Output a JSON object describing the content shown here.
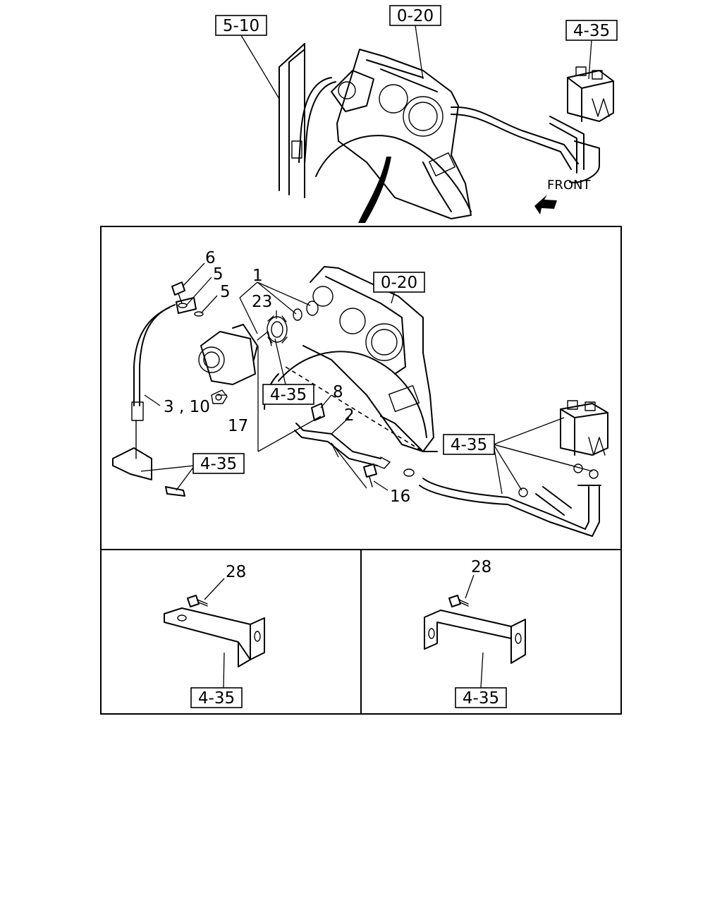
{
  "references": {
    "r_510": "5-10",
    "r_020_top": "0-20",
    "r_435_top": "4-35",
    "r_020_main": "0-20",
    "r_435_pump": "4-35",
    "r_435_bracket": "4-35",
    "r_435_tank": "4-35",
    "r_435_left_panel": "4-35",
    "r_435_right_panel": "4-35"
  },
  "front_label": "FRONT",
  "callouts": {
    "c1": "1",
    "c2": "2",
    "c3_10": "3 , 10",
    "c5a": "5",
    "c5b": "5",
    "c6": "6",
    "c8": "8",
    "c16": "16",
    "c17": "17",
    "c23": "23",
    "c28_left": "28",
    "c28_right": "28"
  },
  "colors": {
    "line": "#000000",
    "background": "#ffffff"
  }
}
